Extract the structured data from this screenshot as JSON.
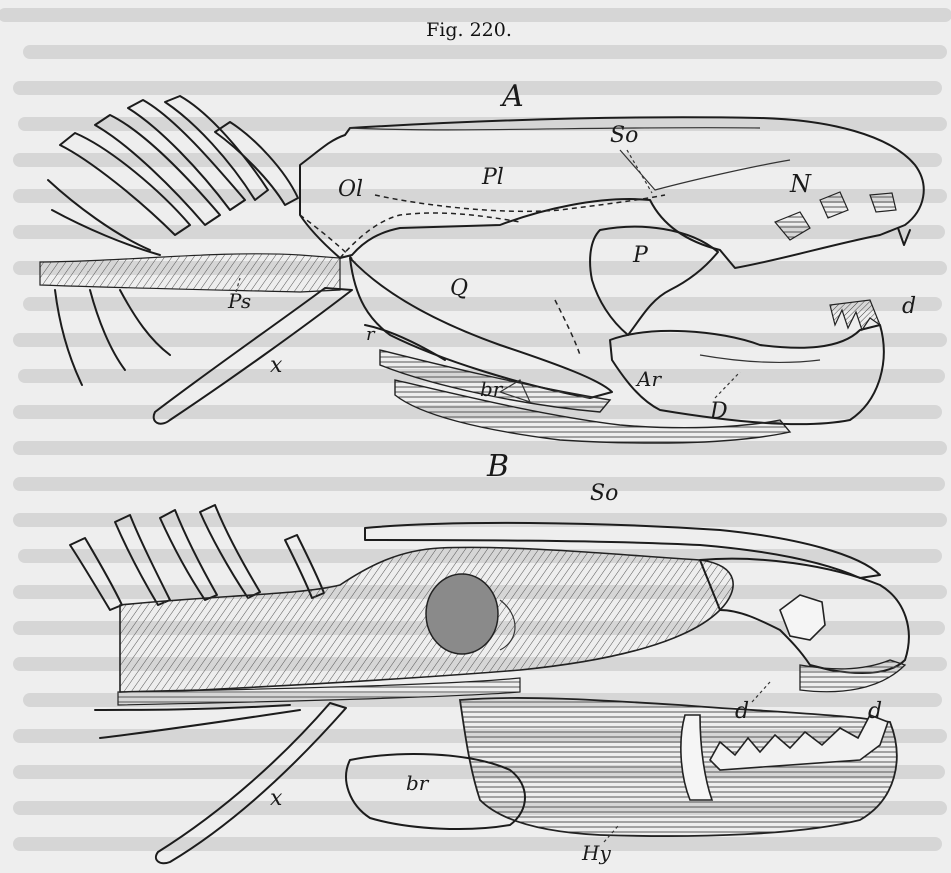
{
  "figure": {
    "caption": "Fig. 220.",
    "panels": [
      {
        "id": "A",
        "label": "A",
        "labels": {
          "So": "So",
          "N": "N",
          "Ol": "Ol",
          "Pl": "Pl",
          "P": "P",
          "Q": "Q",
          "Ps": "Ps",
          "r": "r",
          "x": "x",
          "br": "br",
          "Ar": "Ar",
          "D": "D",
          "d": "d"
        }
      },
      {
        "id": "B",
        "label": "B",
        "labels": {
          "So": "So",
          "d1": "d",
          "d2": "d",
          "br": "br",
          "x": "x",
          "Hy": "Hy"
        }
      }
    ]
  }
}
